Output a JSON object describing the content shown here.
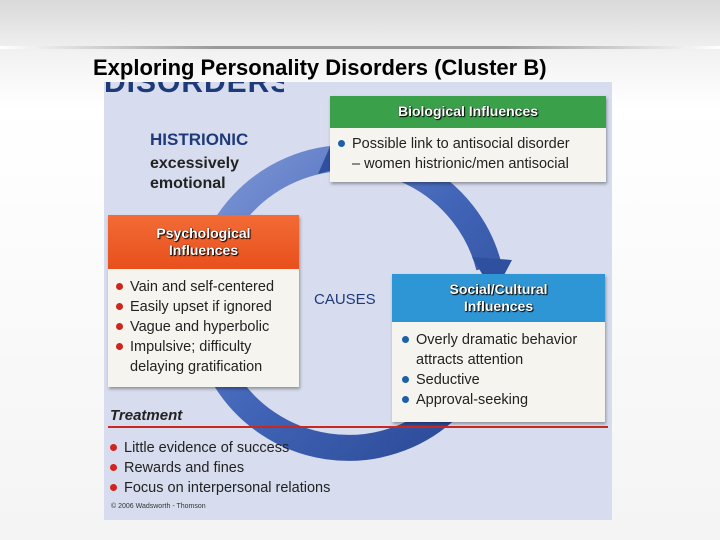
{
  "slide": {
    "title": "Exploring Personality Disorders (Cluster B)"
  },
  "figure": {
    "cutoff_text": "DISORDERS",
    "disorder": {
      "name": "HISTRIONIC",
      "description_lines": [
        "excessively",
        "emotional"
      ]
    },
    "center_label": "CAUSES",
    "biological": {
      "heading": "Biological Influences",
      "items": [
        {
          "lines": [
            "Possible link to antisocial disorder",
            "– women histrionic/men antisocial"
          ]
        }
      ]
    },
    "psychological": {
      "heading_lines": [
        "Psychological",
        "Influences"
      ],
      "items": [
        {
          "lines": [
            "Vain and self-centered"
          ]
        },
        {
          "lines": [
            "Easily upset if ignored"
          ]
        },
        {
          "lines": [
            "Vague and hyperbolic"
          ]
        },
        {
          "lines": [
            "Impulsive; difficulty",
            "delaying gratification"
          ]
        }
      ]
    },
    "social": {
      "heading_lines": [
        "Social/Cultural",
        "Influences"
      ],
      "items": [
        {
          "lines": [
            "Overly dramatic behavior",
            "attracts attention"
          ]
        },
        {
          "lines": [
            "Seductive"
          ]
        },
        {
          "lines": [
            "Approval-seeking"
          ]
        }
      ]
    },
    "treatment": {
      "heading": "Treatment",
      "items": [
        {
          "lines": [
            "Little evidence of success"
          ]
        },
        {
          "lines": [
            "Rewards and fines"
          ]
        },
        {
          "lines": [
            "Focus on interpersonal relations"
          ]
        }
      ]
    },
    "credit": "© 2006 Wadsworth - Thomson",
    "colors": {
      "biological": "#3aa14a",
      "psychological": "#e8501d",
      "social": "#2f96d6",
      "treatment_rule": "#c8281e",
      "arrow": "#3b5fb5",
      "accent_text": "#1f3a7a"
    }
  }
}
